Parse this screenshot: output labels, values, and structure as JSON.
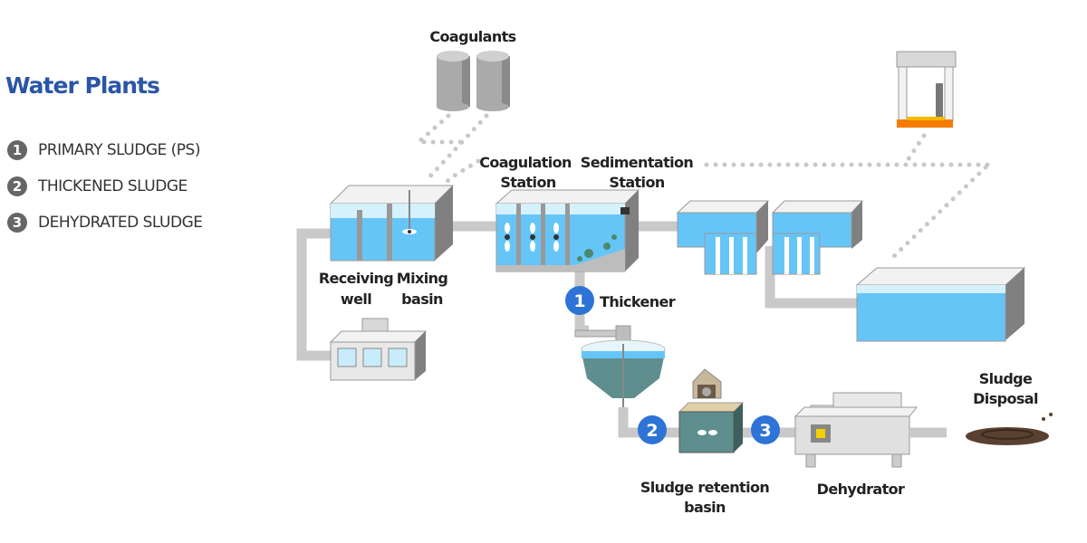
{
  "title": "Water Plants",
  "legend": [
    {
      "num": "1",
      "label": "PRIMARY SLUDGE (PS)"
    },
    {
      "num": "2",
      "label": "THICKENED SLUDGE"
    },
    {
      "num": "3",
      "label": "DEHYDRATED SLUDGE"
    }
  ],
  "labels": {
    "coagulants": "Coagulants",
    "coagulation_1": "Coagulation",
    "coagulation_2": "Station",
    "sedimentation_1": "Sedimentation",
    "sedimentation_2": "Station",
    "receiving_1": "Receiving",
    "receiving_2": "well",
    "mixing_1": "Mixing",
    "mixing_2": "basin",
    "thickener": "Thickener",
    "retention_1": "Sludge retention",
    "retention_2": "basin",
    "dehydrator": "Dehydrator",
    "disposal_1": "Sludge",
    "disposal_2": "Disposal"
  },
  "badges": {
    "b1": "1",
    "b2": "2",
    "b3": "3"
  },
  "colors": {
    "accent": "#2b56a6",
    "badge": "#2e73d6",
    "water": "#66c5f7",
    "pipe": "#c9c9c9"
  }
}
